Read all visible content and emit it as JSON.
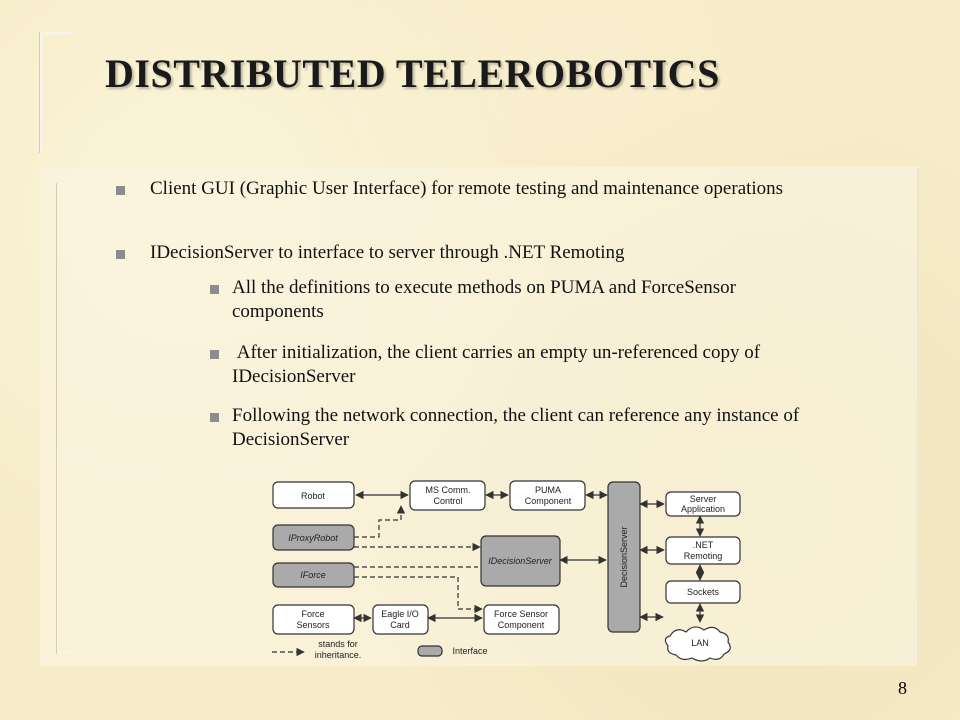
{
  "slide": {
    "title": "DISTRIBUTED TELEROBOTICS",
    "page_number": "8",
    "bullets": [
      {
        "level": 1,
        "text": "Client GUI (Graphic User Interface) for remote testing and maintenance operations"
      },
      {
        "level": 1,
        "text": "IDecisionServer to interface to server through .NET Remoting"
      },
      {
        "level": 2,
        "text": "All the definitions to execute methods on PUMA and ForceSensor components"
      },
      {
        "level": 2,
        "text": " After initialization, the client carries an empty un-referenced copy of IDecisionServer"
      },
      {
        "level": 2,
        "text": "Following the network connection, the client can reference any instance of DecisionServer"
      }
    ]
  },
  "diagram": {
    "nodes": {
      "robot": [
        "Robot"
      ],
      "ms_comm": [
        "MS Comm.",
        "Control"
      ],
      "puma": [
        "PUMA",
        "Component"
      ],
      "iproxyrobot": [
        "IProxyRobot"
      ],
      "idecisionserver": [
        "IDecisionServer"
      ],
      "iforce": [
        "IForce"
      ],
      "decisionserver": [
        "DecisionServer"
      ],
      "server_app": [
        "Server",
        "Application"
      ],
      "net_remoting": [
        ".NET",
        "Remoting"
      ],
      "sockets": [
        "Sockets"
      ],
      "lan": [
        "LAN"
      ],
      "force_sensors": [
        "Force",
        "Sensors"
      ],
      "eagle_io": [
        "Eagle I/O",
        "Card"
      ],
      "force_sensor_comp": [
        "Force Sensor",
        "Component"
      ]
    },
    "legend": {
      "inheritance": [
        "stands for",
        "inheritance."
      ],
      "interface": "Interface"
    },
    "colors": {
      "interface_fill": "#aaaaaa",
      "box_fill": "#ffffff",
      "stroke": "#333333"
    }
  }
}
